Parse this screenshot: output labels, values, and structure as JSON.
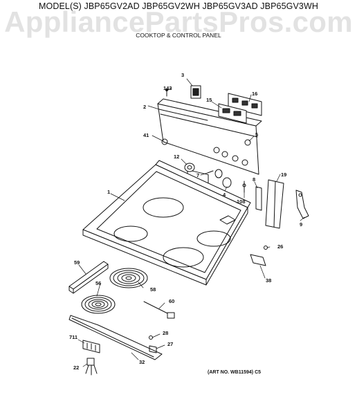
{
  "header": {
    "models": "MODEL(S) JBP65GV2AD  JBP65GV2WH  JBP65GV3AD  JBP65GV3WH",
    "watermark": "AppliancePartsPros.com",
    "subtitle": "COOKTOP & CONTROL PANEL"
  },
  "callouts": {
    "p1": "1",
    "p2": "2",
    "p3": "3",
    "p4": "4",
    "p5": "5",
    "p7": "7",
    "p8": "8",
    "p9": "9",
    "p12": "12",
    "p15": "15",
    "p16": "16",
    "p19": "19",
    "p22": "22",
    "p26": "26",
    "p27": "27",
    "p28": "28",
    "p32": "32",
    "p38": "38",
    "p41": "41",
    "p56": "56",
    "p58": "58",
    "p59": "59",
    "p60": "60",
    "p108": "108",
    "p143": "143",
    "p711": "711"
  },
  "art_number": "(ART NO. WB11594) C5"
}
